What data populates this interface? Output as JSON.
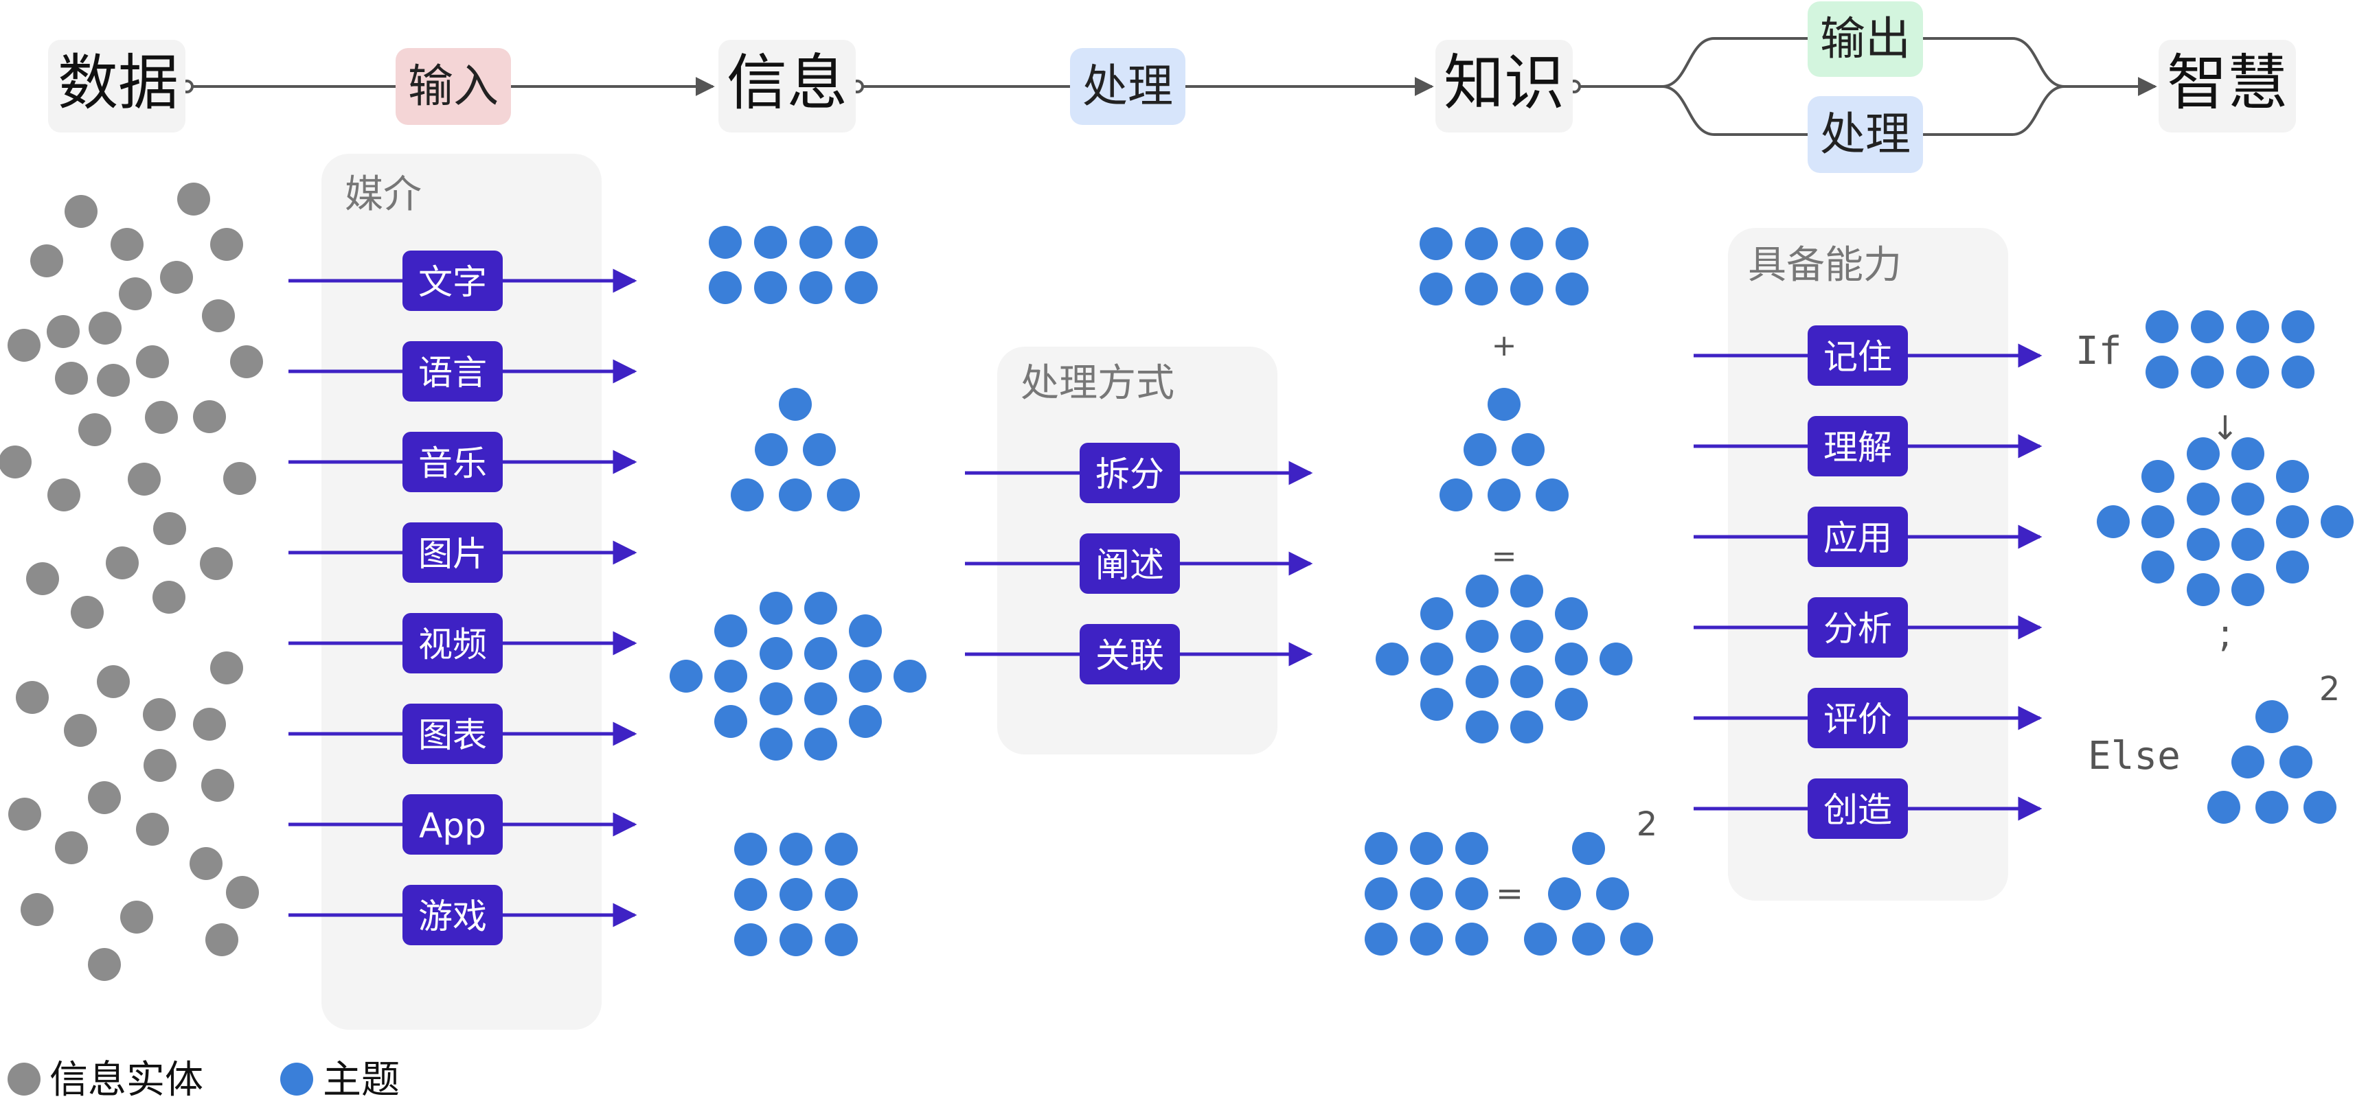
{
  "stages": {
    "data": "数据",
    "info": "信息",
    "knowledge": "知识",
    "wisdom": "智慧"
  },
  "transitions": {
    "input": "输入",
    "process": "处理",
    "output": "输出",
    "process2": "处理"
  },
  "media": {
    "title": "媒介",
    "items": [
      "文字",
      "语言",
      "音乐",
      "图片",
      "视频",
      "图表",
      "App",
      "游戏"
    ]
  },
  "methods": {
    "title": "处理方式",
    "items": [
      "拆分",
      "阐述",
      "关联"
    ]
  },
  "abilities": {
    "title": "具备能力",
    "items": [
      "记住",
      "理解",
      "应用",
      "分析",
      "评价",
      "创造"
    ]
  },
  "operators": {
    "plus": "+",
    "equals": "=",
    "equals2": "=",
    "squared": "2",
    "down_arrow": "↓",
    "semicolon": ";",
    "if": "If",
    "else": "Else",
    "squared2": "2"
  },
  "legend": {
    "entity": "信息实体",
    "topic": "主题"
  },
  "colors": {
    "gray_dot": "#8c8c8c",
    "blue_dot": "#3a7fd9",
    "purple": "#3e22c4",
    "input_bg": "#f4d5d6",
    "process_bg": "#d7e5fb",
    "output_bg": "#d3f5de",
    "panel_bg": "#f4f4f4",
    "stage_bg": "#f3f3f3",
    "line": "#555555"
  }
}
